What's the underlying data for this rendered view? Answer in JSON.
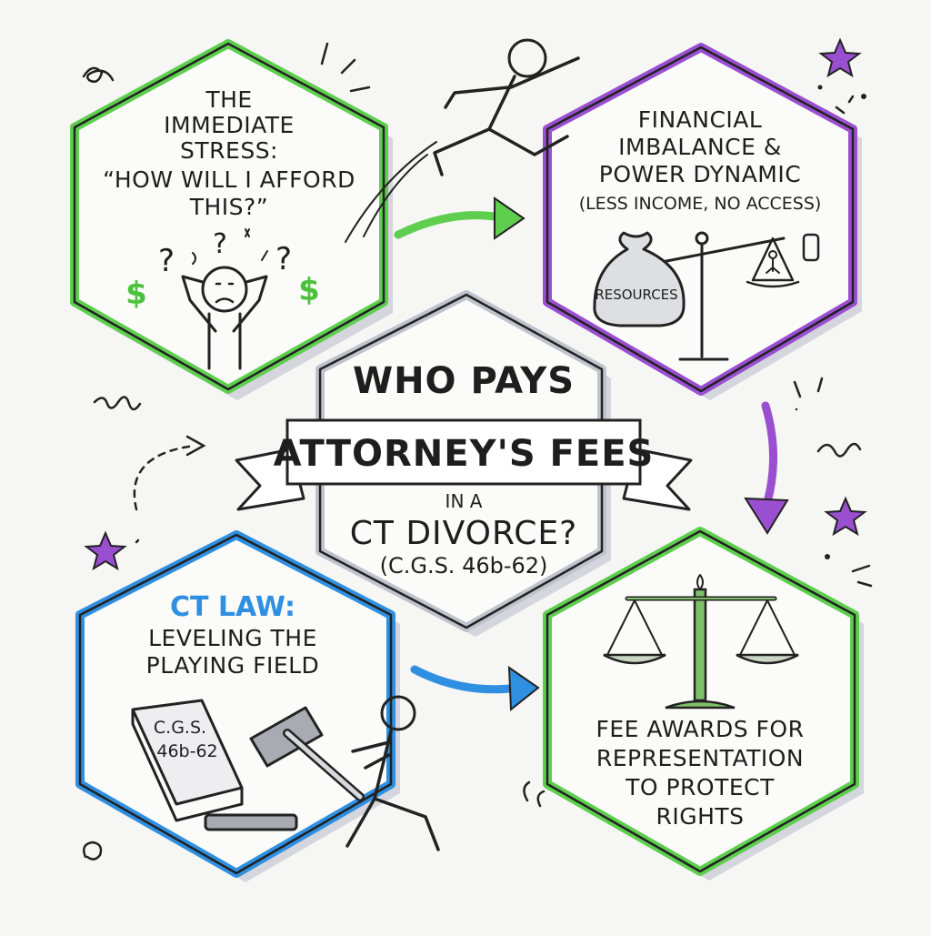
{
  "center": {
    "line1": "WHO PAYS",
    "banner": "ATTORNEY'S FEES",
    "line3": "IN A",
    "line4": "CT DIVORCE?",
    "citation": "(C.G.S. 46b-62)"
  },
  "top_left": {
    "lines": [
      "THE",
      "IMMEDIATE",
      "STRESS:",
      "“HOW WILL I AFFORD",
      "THIS?”"
    ]
  },
  "top_right": {
    "lines": [
      "FINANCIAL",
      "IMBALANCE &",
      "POWER DYNAMIC",
      "(LESS INCOME, NO ACCESS)"
    ],
    "bag_label": "RESOURCES"
  },
  "bottom_left": {
    "lines": [
      "CT LAW:",
      "LEVELING THE",
      "PLAYING FIELD"
    ],
    "book_lines": [
      "C.G.S.",
      "46b-62"
    ]
  },
  "bottom_right": {
    "lines": [
      "FEE AWARDS FOR",
      "REPRESENTATION",
      "TO PROTECT",
      "RIGHTS"
    ]
  },
  "colors": {
    "green": "#5fce4f",
    "purple": "#9a4fd1",
    "blue": "#2f8fe0",
    "gray": "#bfc3cc",
    "ink": "#222222"
  }
}
